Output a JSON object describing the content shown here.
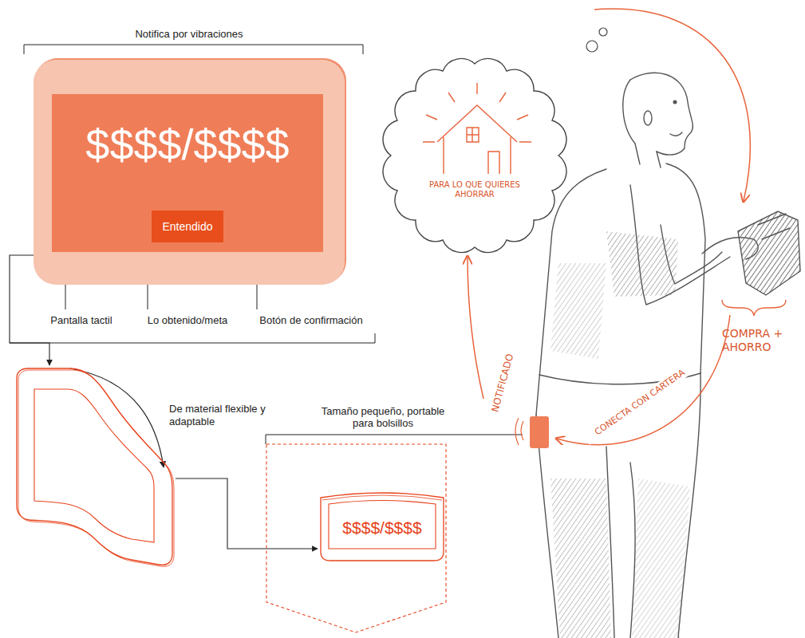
{
  "diagram": {
    "nodes": [
      {
        "text": [
          "Notifica por vibraciones"
        ]
      },
      {
        "text": [
          "$$$$/$$$$"
        ],
        "in": 0
      },
      {
        "text": [
          "Entendido"
        ],
        "in": 1
      },
      {
        "text": [
          "De material flexible y adaptable"
        ]
      },
      {
        "text": [
          "Tamaño pequeño, portable para bolsillos"
        ]
      },
      {
        "text": [
          "$$$$/$$$$"
        ],
        "in": 4
      }
    ],
    "edges": [
      {
        "from": 0,
        "to": 3,
        "arrow": "to"
      },
      {
        "from": 3,
        "to": 5,
        "arrow": "to"
      }
    ],
    "labels": [
      "Pantalla tactil",
      "Lo obtenido/meta",
      "Botón de confirmación",
      "PARA LO QUE QUIERES AHORRAR",
      "COMPRA + AHORRO",
      "NOTIFICADO",
      "CONECTA CON CARTERA"
    ]
  }
}
